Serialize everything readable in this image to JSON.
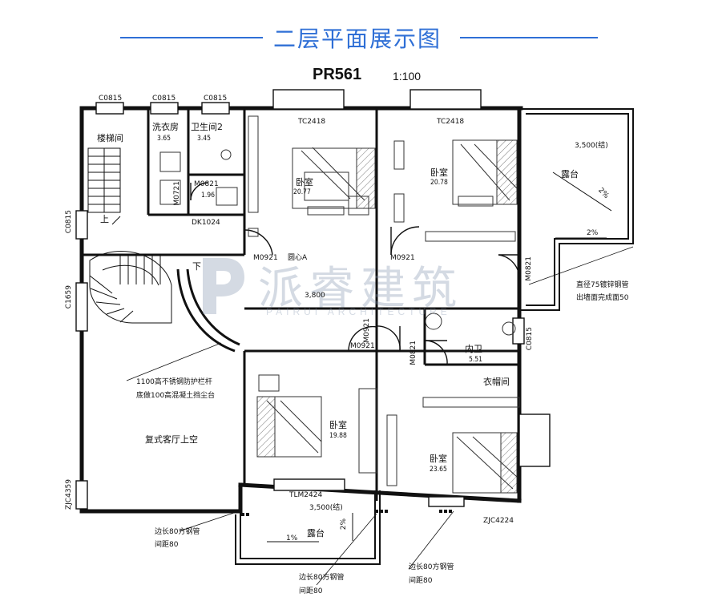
{
  "header": {
    "title": "二层平面展示图",
    "model": "PR561",
    "scale": "1:100"
  },
  "labels": {
    "c0815_1": "C0815",
    "c0815_2": "C0815",
    "c0815_3": "C0815",
    "tc2418_1": "TC2418",
    "tc2418_2": "TC2418",
    "stairs": "楼梯间",
    "laundry": "洗衣房",
    "laundry_area": "3.65",
    "bath2": "卫生间2",
    "bath2_area": "3.45",
    "m0721": "M0721",
    "m0821_1": "M0821",
    "m0821_area": "1.96",
    "dk1024": "DK1024",
    "bedroom1": "卧室",
    "bedroom1_area": "20.77",
    "bedroom2": "卧室",
    "bedroom2_area": "20.78",
    "terrace_elev": "3,500(结)",
    "terrace": "露台",
    "slope_1": "2%",
    "slope_2": "2%",
    "up": "上",
    "c0815_left": "C0815",
    "m0921_1": "M0921",
    "circle": "圆心A",
    "m0921_2": "M0921",
    "m0821_2": "M0821",
    "pipe_note_1": "直径75镀锌钢管",
    "pipe_note_2": "出墙面完成面50",
    "down": "下",
    "c1659": "C1659",
    "elev_mid": "3,800",
    "m0921_3": "M0921",
    "m0921_4": "M0921",
    "m0821_3": "M0821",
    "inner_bath": "内卫",
    "inner_bath_area": "5.51",
    "c0815_right": "C0815",
    "closet": "衣帽间",
    "rail_note_1": "1100高不锈钢防护栏杆",
    "rail_note_2": "底做100高混凝土挡尘台",
    "bedroom3": "卧室",
    "bedroom3_area": "19.88",
    "double_living": "复式客厅上空",
    "bedroom4": "卧室",
    "bedroom4_area": "23.65",
    "zjc4359": "ZJC4359",
    "tlm2424": "TLM2424",
    "balcony_elev": "3,500(结)",
    "balcony": "露台",
    "slope_3": "1%",
    "slope_4": "2%",
    "zjc4224": "ZJC4224",
    "steel_note_1": "边长80方钢管",
    "steel_gap_1": "间距80",
    "steel_note_2": "边长80方钢管",
    "steel_gap_2": "间距80",
    "steel_note_3": "边长80方钢管",
    "steel_gap_3": "间距80"
  },
  "watermark": {
    "cn": "派睿建筑",
    "en": "PAIRUI ARCHITECTURE"
  },
  "colors": {
    "accent": "#2f6fd6",
    "wall": "#111111",
    "watermark": "#7c8fa9"
  }
}
